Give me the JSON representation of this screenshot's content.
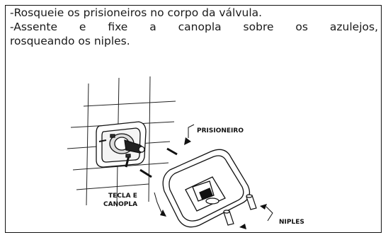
{
  "instructions": {
    "line1": "-Rosqueie os prisioneiros no corpo da válvula.",
    "line2": "-Assente e fixe a canopla sobre os azulejos,",
    "line3": "rosqueando os niples."
  },
  "callouts": {
    "prisioneiro": "PRISIONEIRO",
    "tecla_line1": "TECLA E",
    "tecla_line2": "CANOPLA",
    "niples": "NIPLES"
  },
  "colors": {
    "ink": "#111111",
    "paper": "#ffffff"
  }
}
